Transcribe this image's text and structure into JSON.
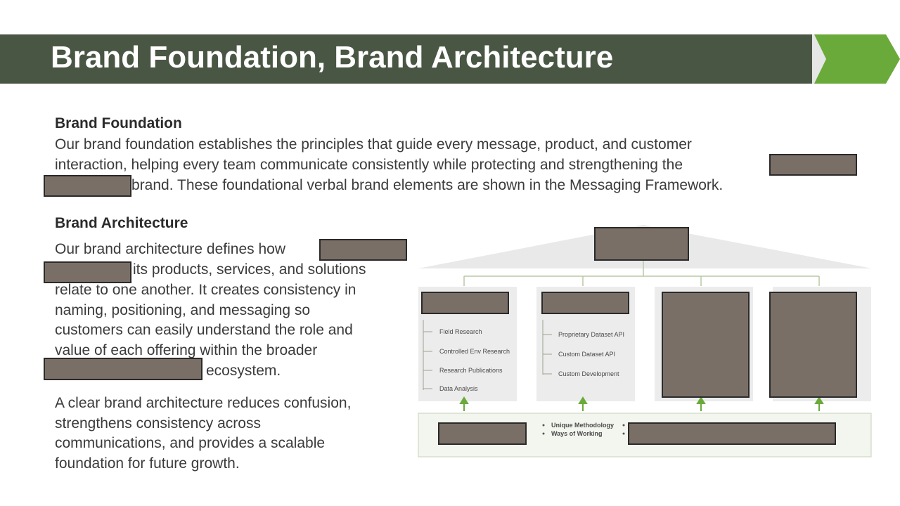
{
  "slide": {
    "title": "Brand Foundation, Brand Architecture",
    "colors": {
      "banner": "#4a5644",
      "accent_arrow": "#6aaa3a",
      "redaction": "#7a6f66"
    }
  },
  "foundation": {
    "heading": "Brand Foundation",
    "line1": "Our brand foundation establishes the principles that guide every message, product, and customer",
    "line2": "interaction, helping every team communicate consistently while protecting and strengthening the",
    "line3": "brand. These foundational verbal brand elements are shown in the Messaging Framework."
  },
  "architecture": {
    "heading": "Brand Architecture",
    "p1_line1": "Our brand architecture defines how",
    "p1_line2": "its products, services, and solutions",
    "p1_line3": "relate to one another. It creates consistency in",
    "p1_line4": "naming, positioning, and messaging so",
    "p1_line5": "customers can easily understand the role and",
    "p1_line6": "value of each offering within the broader",
    "p1_line7": "ecosystem.",
    "p2_line1": "A clear brand architecture reduces confusion,",
    "p2_line2": "strengthens consistency across",
    "p2_line3": "communications, and provides a scalable",
    "p2_line4": "foundation for future growth."
  },
  "diagram": {
    "card1_items": [
      "Field Research",
      "Controlled Env Research",
      "Research Publications",
      "Data Analysis"
    ],
    "card2_items": [
      "Proprietary Dataset API",
      "Custom Dataset API",
      "Custom Development"
    ],
    "base_bullets": [
      "Unique Methodology",
      "Ways of Working"
    ]
  }
}
